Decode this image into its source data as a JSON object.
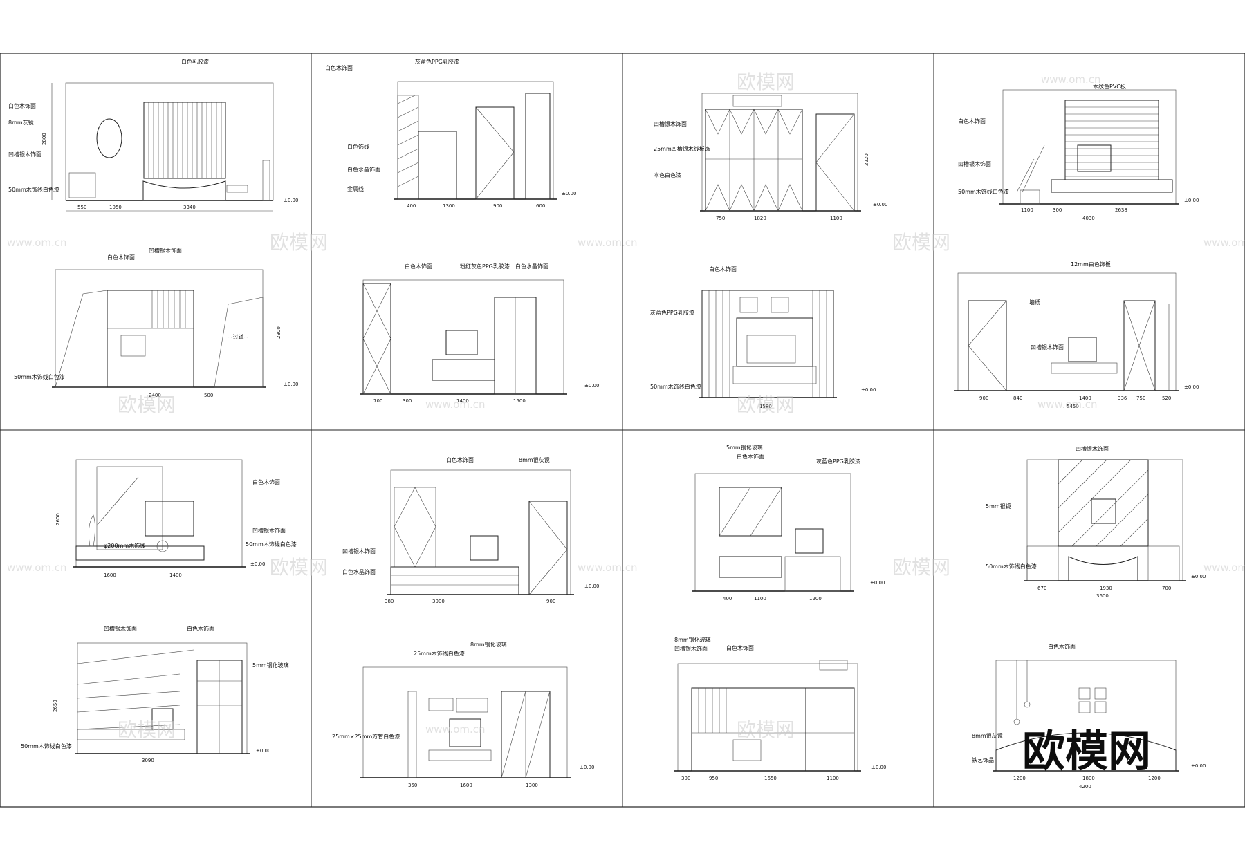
{
  "watermark": {
    "text": "欧模网",
    "url": "www.om.cn"
  },
  "logo": {
    "text": "欧模网"
  },
  "panels": [
    {
      "id": "p1",
      "labels": [
        "白色木饰面",
        "8mm灰镜",
        "白色乳胶漆",
        "凹槽银木饰面",
        "50mm木饰线白色漆"
      ],
      "dims": [
        "550",
        "1050",
        "3340",
        "2800",
        "±0.00"
      ]
    },
    {
      "id": "p2",
      "labels": [
        "白色木饰面",
        "灰蓝色PPG乳胶漆",
        "白色饰线",
        "白色水晶饰面",
        "金属线"
      ],
      "dims": [
        "400",
        "1300",
        "900",
        "600",
        "±0.00"
      ]
    },
    {
      "id": "p3",
      "labels": [
        "凹槽银木饰面",
        "25mm凹槽银木线板饰",
        "本色白色漆"
      ],
      "dims": [
        "750",
        "1820",
        "1100",
        "2220",
        "±0.00"
      ]
    },
    {
      "id": "p4",
      "labels": [
        "白色木饰面",
        "木纹色PVC板",
        "凹槽银木饰面",
        "50mm木饰线白色漆"
      ],
      "dims": [
        "1100",
        "300",
        "2638",
        "4030",
        "±0.00"
      ]
    },
    {
      "id": "p5",
      "labels": [
        "白色木饰面",
        "凹槽银木饰面",
        "50mm木饰线白色漆"
      ],
      "dims": [
        "2400",
        "500",
        "2800",
        "±0.00"
      ]
    },
    {
      "id": "p6",
      "labels": [
        "白色木饰面",
        "粉红灰色PPG乳胶漆",
        "白色水晶饰面"
      ],
      "dims": [
        "700",
        "300",
        "1400",
        "1500",
        "±0.00"
      ]
    },
    {
      "id": "p7",
      "labels": [
        "白色木饰面",
        "灰蓝色PPG乳胶漆",
        "50mm木饰线白色漆"
      ],
      "dims": [
        "1580",
        "±0.00"
      ]
    },
    {
      "id": "p8",
      "labels": [
        "12mm白色饰板",
        "凹槽银木饰面",
        "墙纸"
      ],
      "dims": [
        "900",
        "840",
        "1400",
        "336",
        "750",
        "520",
        "5450",
        "±0.00"
      ]
    },
    {
      "id": "p9",
      "labels": [
        "白色木饰面",
        "凹槽银木饰面",
        "50mm木饰线白色漆",
        "φ200mm木饰线"
      ],
      "dims": [
        "1600",
        "1400",
        "2600",
        "±0.00"
      ]
    },
    {
      "id": "p10",
      "labels": [
        "白色木饰面",
        "8mm银灰镜",
        "凹槽银木饰面",
        "白色水晶饰面"
      ],
      "dims": [
        "380",
        "3000",
        "900",
        "±0.00"
      ]
    },
    {
      "id": "p11",
      "labels": [
        "5mm钢化玻璃",
        "白色木饰面",
        "灰蓝色PPG乳胶漆"
      ],
      "dims": [
        "400",
        "1100",
        "1200",
        "±0.00"
      ]
    },
    {
      "id": "p12",
      "labels": [
        "凹槽银木饰面",
        "5mm银镜",
        "50mm木饰线白色漆"
      ],
      "dims": [
        "670",
        "1930",
        "700",
        "3600",
        "±0.00"
      ]
    },
    {
      "id": "p13",
      "labels": [
        "凹槽银木饰面",
        "白色木饰面",
        "5mm钢化玻璃",
        "50mm木饰线白色漆"
      ],
      "dims": [
        "3090",
        "2650",
        "±0.00"
      ]
    },
    {
      "id": "p14",
      "labels": [
        "25mm木饰线白色漆",
        "8mm钢化玻璃",
        "25mm×25mm方管白色漆"
      ],
      "dims": [
        "350",
        "1600",
        "1300",
        "±0.00"
      ]
    },
    {
      "id": "p15",
      "labels": [
        "8mm钢化玻璃",
        "白色木饰面",
        "凹槽银木饰面"
      ],
      "dims": [
        "300",
        "950",
        "1650",
        "1100",
        "±0.00"
      ]
    },
    {
      "id": "p16",
      "labels": [
        "白色木饰面",
        "8mm银灰镜",
        "铁艺饰品"
      ],
      "dims": [
        "1200",
        "1800",
        "1200",
        "4200",
        "±0.00"
      ]
    }
  ]
}
